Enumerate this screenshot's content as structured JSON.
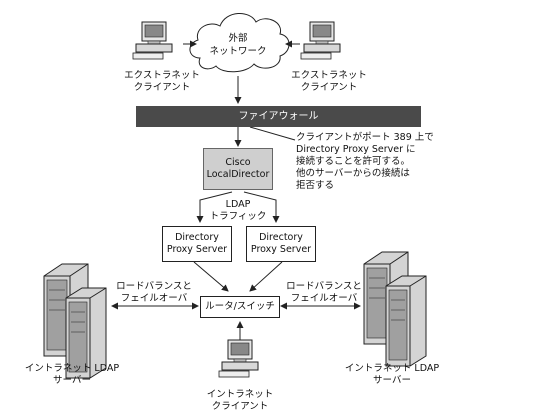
{
  "cloud": {
    "line1": "外部",
    "line2": "ネットワーク"
  },
  "extranet_client_left": {
    "line1": "エクストラネット",
    "line2": "クライアント"
  },
  "extranet_client_right": {
    "line1": "エクストラネット",
    "line2": "クライアント"
  },
  "firewall": {
    "label": "ファイアウォール"
  },
  "note": {
    "line1": "クライアントがポート 389 上で",
    "line2": "Directory Proxy Server に",
    "line3": "接続することを許可する。",
    "line4": "他のサーバーからの接続は",
    "line5": "拒否する"
  },
  "local_director": {
    "line1": "Cisco",
    "line2": "LocalDirector"
  },
  "ldap_traffic": {
    "line1": "LDAP",
    "line2": "トラフィック"
  },
  "proxy_left": {
    "line1": "Directory",
    "line2": "Proxy Server"
  },
  "proxy_right": {
    "line1": "Directory",
    "line2": "Proxy Server"
  },
  "router": {
    "label": "ルータ/スイッチ"
  },
  "lb_left": {
    "line1": "ロードバランスと",
    "line2": "フェイルオーバ"
  },
  "lb_right": {
    "line1": "ロードバランスと",
    "line2": "フェイルオーバ"
  },
  "ldap_server_left": {
    "line1": "イントラネット LDAP",
    "line2": "サーバー"
  },
  "ldap_server_right": {
    "line1": "イントラネット LDAP",
    "line2": "サーバー"
  },
  "intranet_client": {
    "line1": "イントラネット",
    "line2": "クライアント"
  },
  "colors": {
    "firewall": "#4a4a4a",
    "local_director": "#cfcfcf",
    "line": "#222222"
  }
}
